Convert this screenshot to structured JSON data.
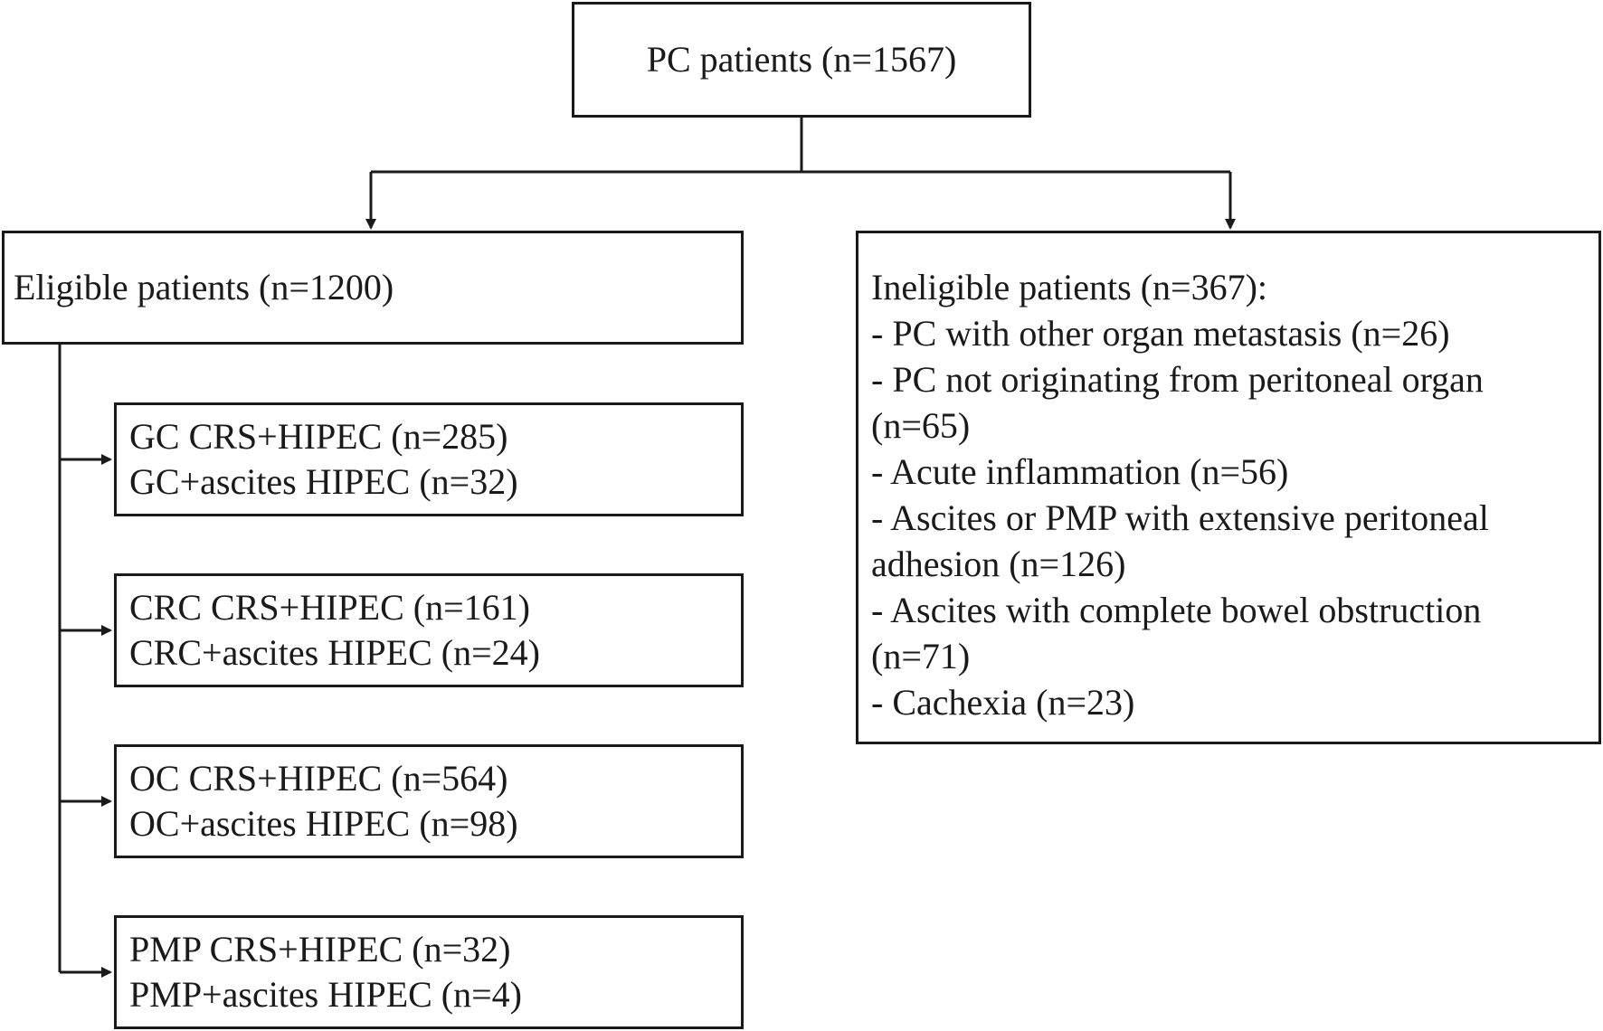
{
  "root": {
    "label": "PC patients (n=1567)"
  },
  "eligible": {
    "label": "Eligible patients (n=1200)"
  },
  "groups": [
    {
      "line1": "GC CRS+HIPEC (n=285)",
      "line2": "GC+ascites HIPEC (n=32)"
    },
    {
      "line1": "CRC CRS+HIPEC (n=161)",
      "line2": "CRC+ascites HIPEC (n=24)"
    },
    {
      "line1": "OC CRS+HIPEC (n=564)",
      "line2": "OC+ascites HIPEC (n=98)"
    },
    {
      "line1": "PMP CRS+HIPEC (n=32)",
      "line2": "PMP+ascites HIPEC (n=4)"
    }
  ],
  "ineligible": {
    "lines": [
      "Ineligible patients (n=367):",
      "- PC with other organ metastasis (n=26)",
      "- PC not originating from peritoneal organ",
      "(n=65)",
      "- Acute inflammation (n=56)",
      "- Ascites or PMP with extensive peritoneal",
      "adhesion (n=126)",
      "- Ascites with complete bowel obstruction",
      "(n=71)",
      "- Cachexia (n=23)"
    ]
  }
}
